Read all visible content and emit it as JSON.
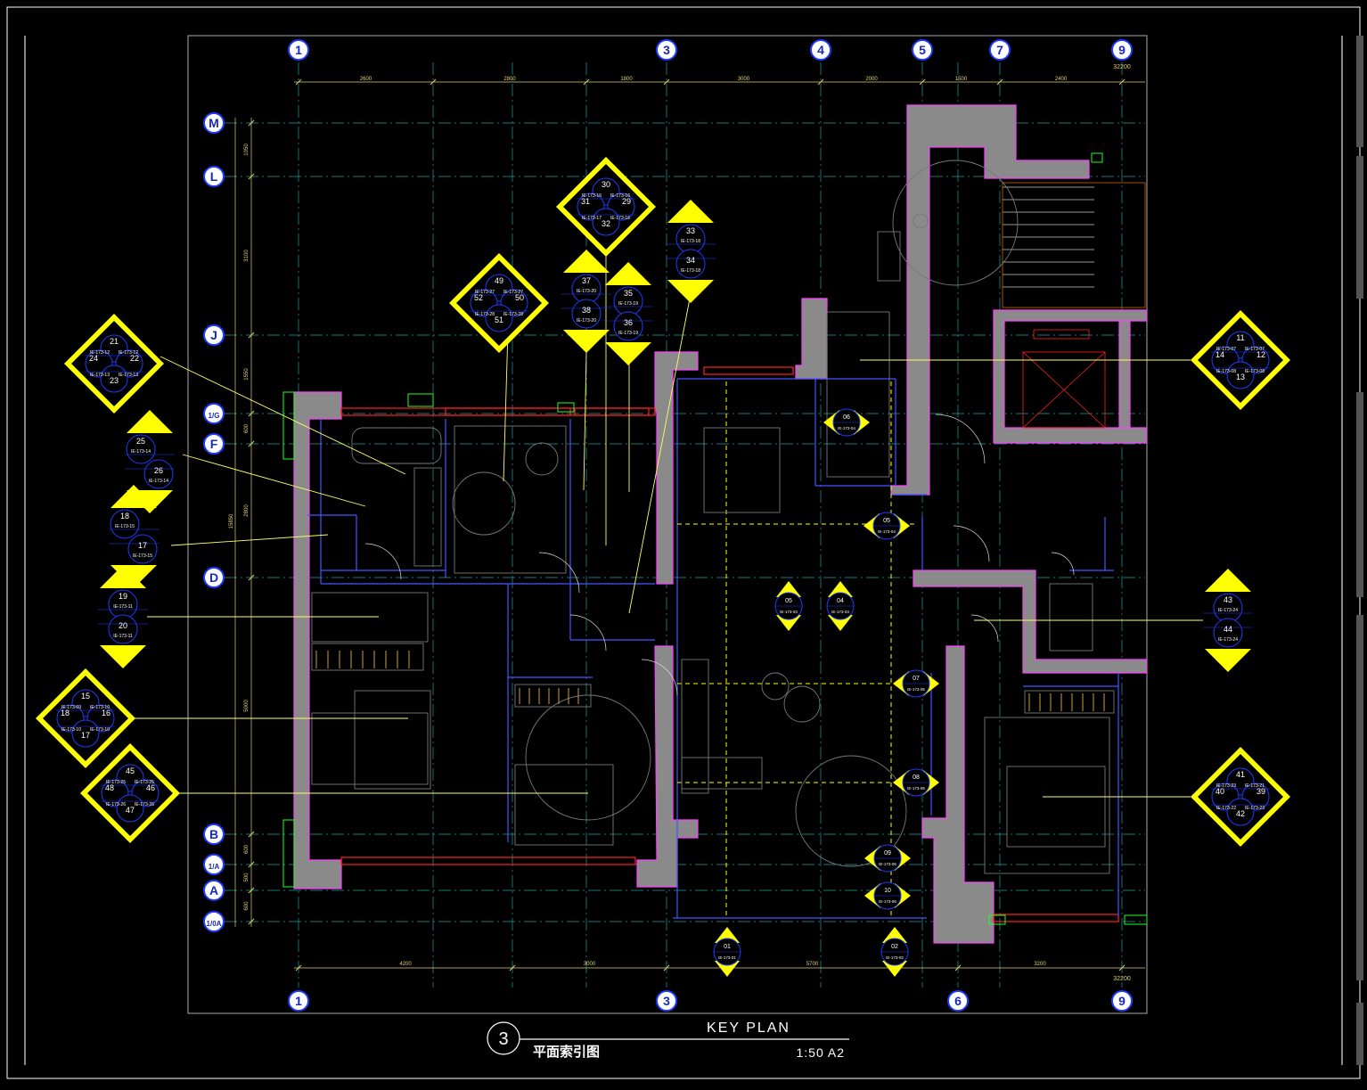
{
  "colors": {
    "background": "#000000",
    "frame": "#ffffff",
    "grid_bubble_fill": "#ffffff",
    "grid_bubble_stroke": "#1e3cff",
    "grid_label": "#1a2ab8",
    "grid_line": "#1aa0a0",
    "dimension": "#e0d070",
    "wall_fill": "#8a8a8a",
    "wall_outline": "#ff40ff",
    "index_tag": "#ffff00",
    "leader": "#ffff66",
    "furniture": "#777777",
    "red": "#ff2020",
    "green": "#20ff20",
    "cyan": "#00ffff",
    "title": "#ffffff"
  },
  "grid_top": [
    "1",
    "3",
    "4",
    "5",
    "7",
    "9"
  ],
  "grid_bottom": [
    "1",
    "3",
    "6",
    "9"
  ],
  "grid_left": [
    "M",
    "L",
    "J",
    "1/G",
    "F",
    "D",
    "B",
    "1/A",
    "A",
    "1/0A"
  ],
  "dims_top": [
    "2600",
    "2800",
    "1800",
    "3000",
    "2000",
    "1500",
    "2400"
  ],
  "dims_bottom": [
    "4200",
    "3000",
    "5700",
    "3200"
  ],
  "dims_left": [
    "1050",
    "3100",
    "1550",
    "600",
    "2800",
    "5000",
    "600",
    "500",
    "600"
  ],
  "dim_total_label_left": "15850",
  "dim_total_label_top": "32200",
  "dim_total_label_bottom": "32200",
  "elevation_tags": [
    {
      "top": "30",
      "left": "31",
      "right": "29",
      "bottom": "32",
      "tl": "IE-173-16",
      "tr": "IE-173-16",
      "bl": "IE-173-17",
      "br": "IE-173-16"
    },
    {
      "top": "49",
      "left": "52",
      "right": "50",
      "bottom": "51",
      "tl": "IE-173-27",
      "tr": "IE-173-27",
      "bl": "IE-173-28",
      "br": "IE-173-28"
    },
    {
      "top": "21",
      "left": "24",
      "right": "22",
      "bottom": "23",
      "tl": "IE-173-12",
      "tr": "IE-173-12",
      "bl": "IE-173-13",
      "br": "IE-173-13"
    },
    {
      "top": "15",
      "left": "18",
      "right": "16",
      "bottom": "17",
      "tl": "IE-173-09",
      "tr": "IE-173-10",
      "bl": "IE-173-10",
      "br": "IE-173-10"
    },
    {
      "top": "45",
      "left": "48",
      "right": "46",
      "bottom": "47",
      "tl": "IE-173-25",
      "tr": "IE-173-25",
      "bl": "IE-173-26",
      "br": "IE-173-26"
    },
    {
      "top": "11",
      "left": "14",
      "right": "12",
      "bottom": "13",
      "tl": "IE-173-07",
      "tr": "IE-173-07",
      "bl": "IE-173-08",
      "br": "IE-173-08"
    },
    {
      "top": "41",
      "left": "40",
      "right": "39",
      "bottom": "42",
      "tl": "IE-173-23",
      "tr": "IE-173-21",
      "bl": "IE-173-22",
      "br": "IE-173-23"
    }
  ],
  "pair_tags": [
    {
      "a": "33",
      "a_ref": "IE-173-18",
      "b": "34",
      "b_ref": "IE-173-18"
    },
    {
      "a": "37",
      "a_ref": "IE-173-20",
      "b": "38",
      "b_ref": "IE-173-20"
    },
    {
      "a": "35",
      "a_ref": "IE-173-19",
      "b": "36",
      "b_ref": "IE-173-19"
    },
    {
      "a": "25",
      "a_ref": "IE-173-14",
      "b": "26",
      "b_ref": "IE-173-14"
    },
    {
      "a": "18",
      "a_ref": "IE-173-15",
      "b": "17",
      "b_ref": "IE-173-15"
    },
    {
      "a": "19",
      "a_ref": "IE-173-11",
      "b": "20",
      "b_ref": "IE-173-11"
    },
    {
      "a": "43",
      "a_ref": "IE-173-24",
      "b": "44",
      "b_ref": "IE-173-24"
    }
  ],
  "single_tags": [
    {
      "n": "06",
      "ref": "IE-173-04"
    },
    {
      "n": "05",
      "ref": "IE-173-04"
    },
    {
      "n": "05",
      "ref": "IE-173-03"
    },
    {
      "n": "04",
      "ref": "IE-173-03"
    },
    {
      "n": "07",
      "ref": "IE-173-05"
    },
    {
      "n": "08",
      "ref": "IE-173-05"
    },
    {
      "n": "09",
      "ref": "IE-173-06"
    },
    {
      "n": "10",
      "ref": "IE-173-06"
    },
    {
      "n": "01",
      "ref": "IE-173-01"
    },
    {
      "n": "02",
      "ref": "IE-173-02"
    }
  ],
  "title": {
    "number": "3",
    "name_en": "KEY PLAN",
    "name_cn": "平面索引图",
    "scale": "1:50 A2"
  }
}
